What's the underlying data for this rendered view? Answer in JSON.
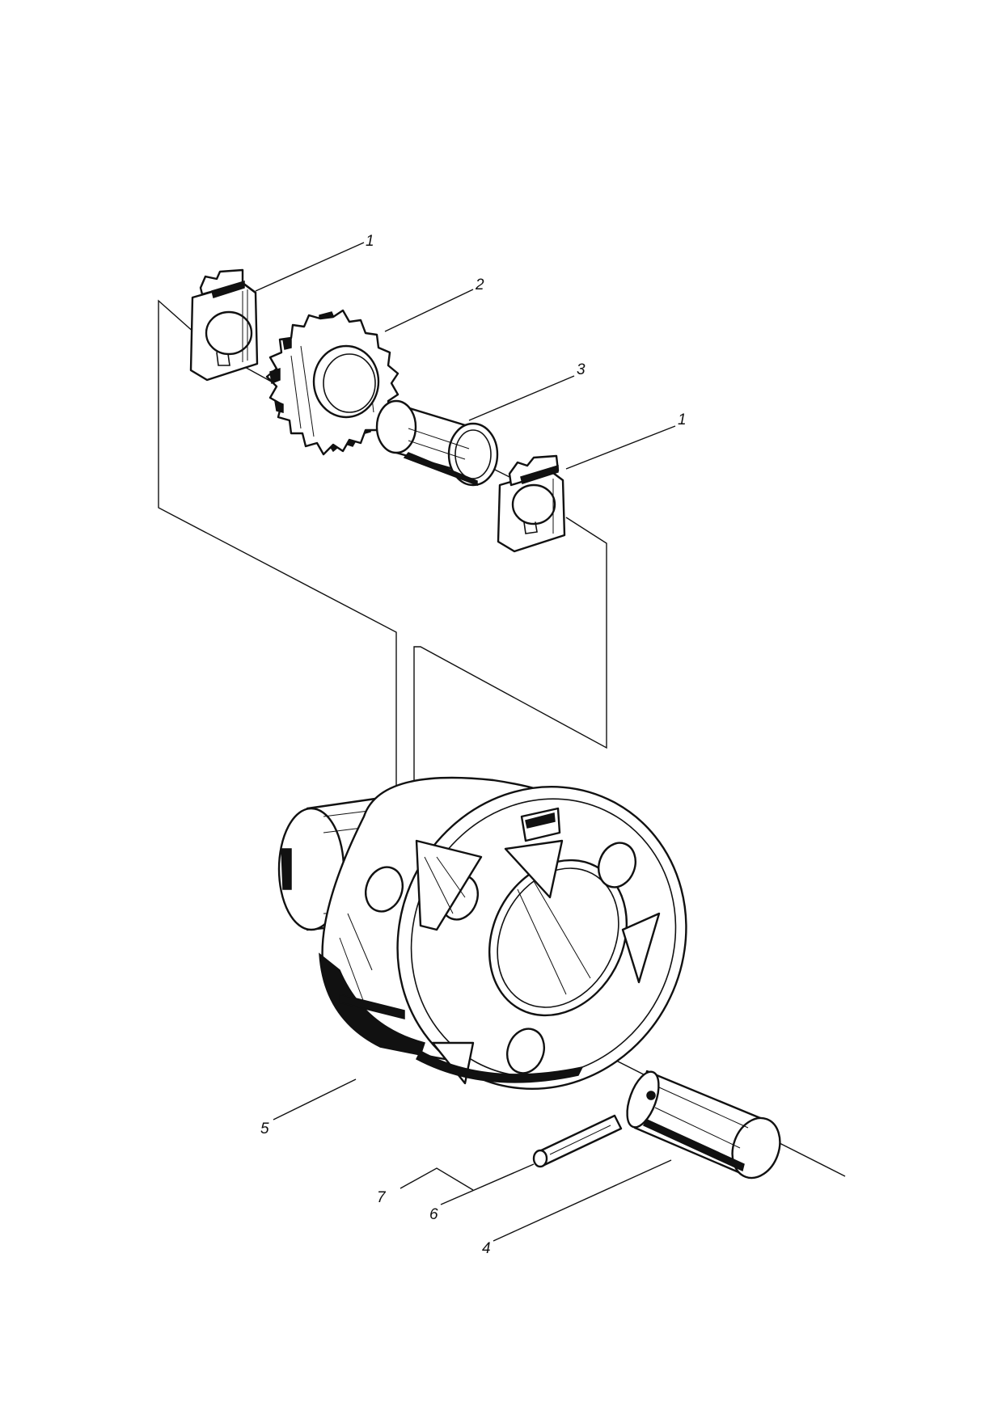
{
  "diagram": {
    "type": "exploded-assembly-drawing",
    "callouts": [
      {
        "id": "c1a",
        "label": "1",
        "part": "retaining-clip-upper"
      },
      {
        "id": "c2",
        "label": "2",
        "part": "spur-gear"
      },
      {
        "id": "c3",
        "label": "3",
        "part": "sleeve"
      },
      {
        "id": "c1b",
        "label": "1",
        "part": "retaining-clip-lower"
      },
      {
        "id": "c5",
        "label": "5",
        "part": "carrier-housing"
      },
      {
        "id": "c7",
        "label": "7",
        "part": "pin-and-shaft-set"
      },
      {
        "id": "c6",
        "label": "6",
        "part": "roll-pin"
      },
      {
        "id": "c4",
        "label": "4",
        "part": "shaft"
      }
    ]
  }
}
